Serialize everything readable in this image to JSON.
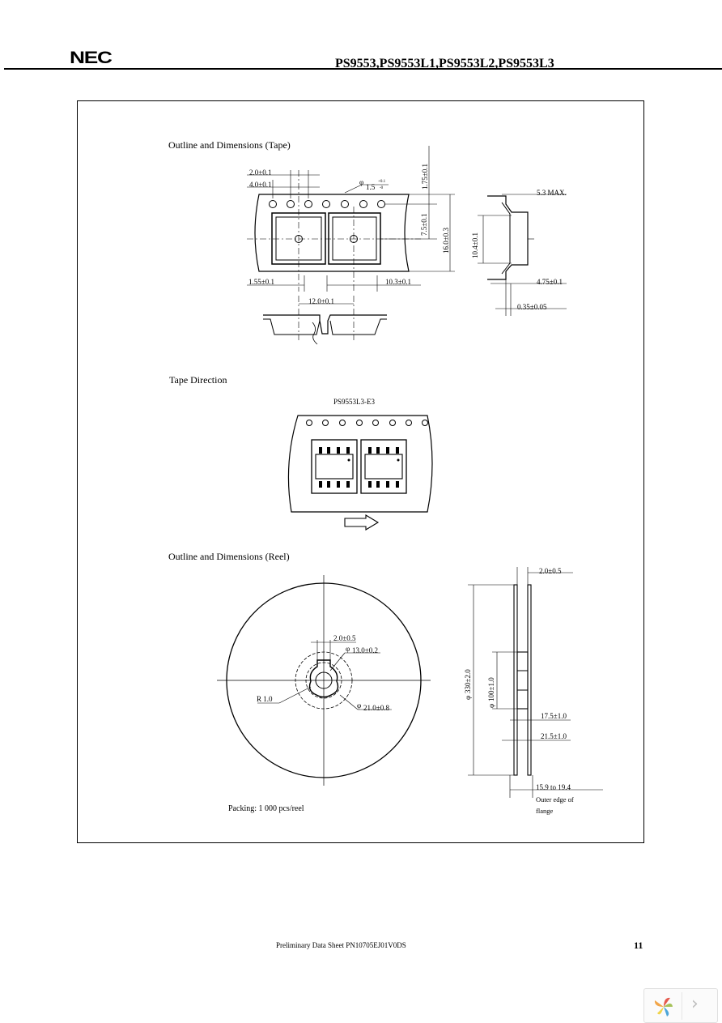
{
  "header": {
    "logo": "NEC",
    "title": "PS9553,PS9553L1,PS9553L2,PS9553L3"
  },
  "sections": {
    "tape_outline_title": "Outline and Dimensions (Tape)",
    "tape_direction_title": "Tape Direction",
    "reel_outline_title": "Outline and Dimensions (Reel)"
  },
  "tape_dims": {
    "pitch_2": "2.0±0.1",
    "pitch_4": "4.0±0.1",
    "hole_dia": "1.5",
    "hole_tol": "+0.1",
    "hole_tol_lo": "-0",
    "edge_175": "1.75±0.1",
    "d_75": "7.5±0.1",
    "width_16": "16.0±0.3",
    "d_104": "10.4±0.1",
    "max_53": "5.3 MAX.",
    "d_155": "1.55±0.1",
    "d_103": "10.3±0.1",
    "d_475": "4.75±0.1",
    "pitch_12": "12.0±0.1",
    "thick_035": "0.35±0.05"
  },
  "direction": {
    "part_label": "PS9553L3-E3"
  },
  "reel_dims": {
    "slot_20": "2.0±0.5",
    "hub_13": "13.0±0.2",
    "radius": "R 1.0",
    "hub_21": "21.0±0.8",
    "flange_gap": "2.0±0.5",
    "dia_330": "330±2.0",
    "dia_100": "100±1.0",
    "w_175": "17.5±1.0",
    "w_215": "21.5±1.0",
    "w_159": "15.9 to 19.4",
    "outer_edge_1": "Outer edge of",
    "outer_edge_2": "flange",
    "phi": "φ"
  },
  "packing": "Packing: 1 000 pcs/reel",
  "footer": {
    "doc_text": "Preliminary Data Sheet PN10705EJ01V0DS",
    "page_number": "11"
  },
  "icons": {
    "viewer_logo": "pinwheel-logo-icon",
    "next": "chevron-right-icon"
  }
}
